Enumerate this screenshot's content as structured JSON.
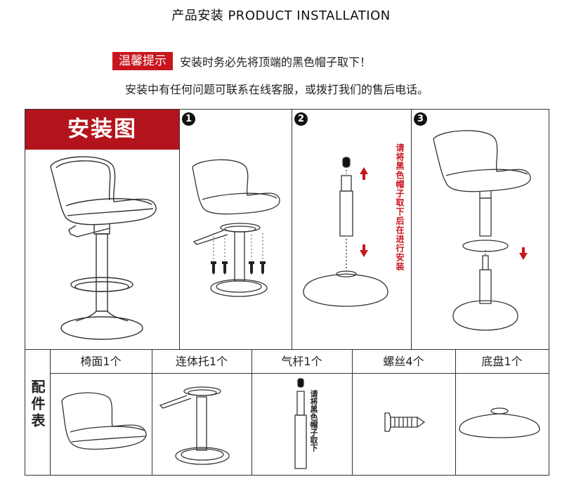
{
  "title": "产品安装  PRODUCT INSTALLATION",
  "tip": {
    "badge": "温馨提示",
    "line1": "安装时务必先将顶端的黑色帽子取下！",
    "line2": "安装中有任何问题可联系在线客服，或拨打我们的售后电话。"
  },
  "diagram": {
    "header": "安装图",
    "steps": [
      "1",
      "2",
      "3"
    ],
    "step2_note": "请将黑色帽子取下后在进行安装"
  },
  "parts": {
    "label": "配件表",
    "items": [
      {
        "name": "椅面1个"
      },
      {
        "name": "连体托1个"
      },
      {
        "name": "气杆1个",
        "note": "请将黑色帽子取下"
      },
      {
        "name": "螺丝4个"
      },
      {
        "name": "底盘1个"
      }
    ]
  },
  "colors": {
    "accent": "#c8161d",
    "header_bg": "#b3141c"
  }
}
